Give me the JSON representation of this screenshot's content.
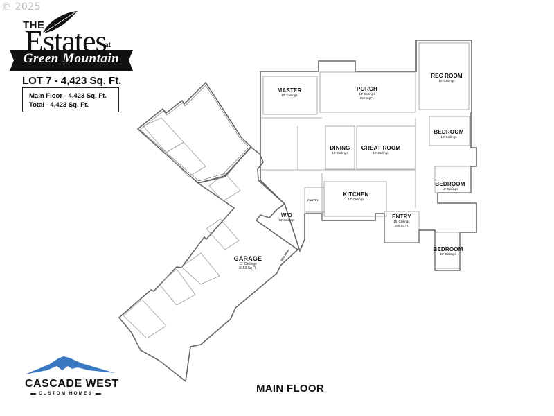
{
  "copyright": "© 2025",
  "brand": {
    "the": "THE",
    "estates": "Estates",
    "at": "at",
    "subtitle": "Green Mountain"
  },
  "lot": {
    "title": "LOT 7 - 4,423 Sq. Ft.",
    "main_floor": "Main Floor - 4,423 Sq. Ft.",
    "total": "Total - 4,423 Sq. Ft."
  },
  "rooms": {
    "master": {
      "name": "MASTER",
      "ceiling": "10' Ceilings"
    },
    "porch": {
      "name": "PORCH",
      "ceiling": "14' Ceilings",
      "area": "658 Sq Ft."
    },
    "rec_room": {
      "name": "REC ROOM",
      "ceiling": "10' Ceilings"
    },
    "bedroom1": {
      "name": "BEDROOM",
      "ceiling": "10' Ceilings"
    },
    "bedroom2": {
      "name": "BEDROOM",
      "ceiling": "10' Ceilings"
    },
    "bedroom3": {
      "name": "BEDROOM",
      "ceiling": "10' Ceilings"
    },
    "dining": {
      "name": "DINING",
      "ceiling": "15' Ceilings"
    },
    "great_room": {
      "name": "GREAT ROOM",
      "ceiling": "15' Ceilings"
    },
    "kitchen": {
      "name": "KITCHEN",
      "ceiling": "17' Ceilings"
    },
    "pantry": {
      "name": "PANTRY"
    },
    "entry": {
      "name": "ENTRY",
      "ceiling": "15' Ceilings",
      "area": "180 Sq Ft."
    },
    "wd": {
      "name": "W/D",
      "ceiling": "11' Ceilings"
    },
    "garage": {
      "name": "GARAGE",
      "ceiling": "11' Ceilings",
      "area": "3153 Sq Ft."
    },
    "dog_wash": {
      "name": "DOG WASH"
    }
  },
  "footer": {
    "plan_label": "MAIN FLOOR",
    "builder_name": "CASCADE WEST",
    "builder_sub": "CUSTOM HOMES"
  },
  "colors": {
    "mountain_blue": "#3a78c2",
    "mountain_light": "#6a9fd8",
    "wall": "#555555",
    "text": "#111111"
  }
}
